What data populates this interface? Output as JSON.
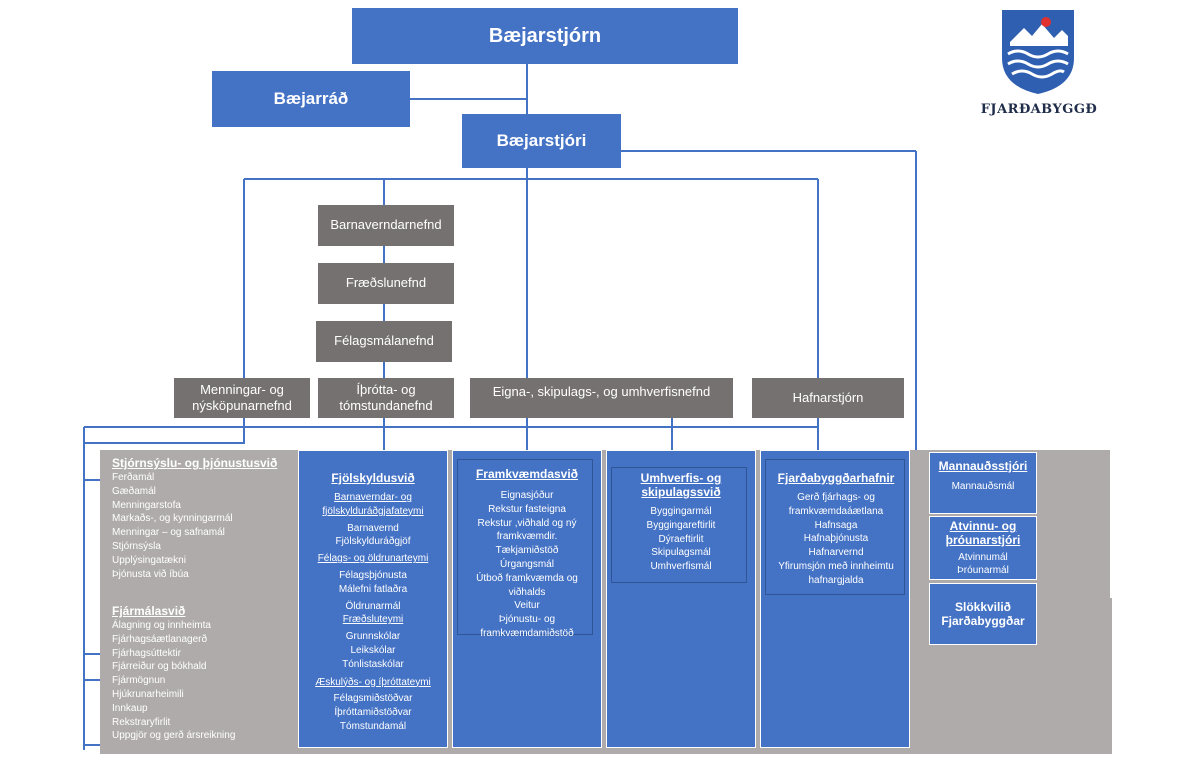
{
  "top": {
    "council": "Bæjarstjórn",
    "board": "Bæjarráð",
    "mayor": "Bæjarstjóri"
  },
  "committees": {
    "child_protection": "Barnaverndarnefnd",
    "education": "Fræðslunefnd",
    "social": "Félagsmálanefnd",
    "culture": "Menningar- og nýsköpunarnefnd",
    "sports": "Íþrótta- og tómstundanefnd",
    "property": "Eigna-, skipulags-, og umhverfisnefnd",
    "harbor": "Hafnarstjórn"
  },
  "admin": {
    "title": "Stjórnsýslu- og þjónustusvið",
    "items": [
      "Ferðamál",
      "Gæðamál",
      "Menningarstofa",
      "Markaðs-, og kynningarmál",
      "Menningar – og safnamál",
      "Stjórnsýsla",
      "Upplýsingatækni",
      "Þjónusta við íbúa"
    ]
  },
  "finance": {
    "title": "Fjármálasvið",
    "items": [
      "Álagning og innheimta",
      "Fjárhagsáætlanagerð",
      "Fjárhagsúttektir",
      "Fjárreiður og bókhald",
      "Fjármögnun",
      "Hjúkrunarheimili",
      "Innkaup",
      "Rekstraryfirlit",
      "Uppgjör og gerð ársreikning"
    ]
  },
  "family": {
    "title": "Fjölskyldusvið",
    "lines": [
      {
        "t": "Barnaverndar- og fjölskylduráðgjafateymi",
        "u": true
      },
      {
        "t": "Barnavernd",
        "u": false
      },
      {
        "t": "Fjölskylduráðgjöf",
        "u": false
      },
      {
        "t": "Félags- og öldrunarteymi",
        "u": true
      },
      {
        "t": "Félagsþjónusta",
        "u": false
      },
      {
        "t": "Málefni fatlaðra",
        "u": false
      },
      {
        "t": "Öldrunarmál",
        "u": false
      },
      {
        "t": "Fræðsluteymi",
        "u": true
      },
      {
        "t": "Grunnskólar",
        "u": false
      },
      {
        "t": "Leikskólar",
        "u": false
      },
      {
        "t": "Tónlistaskólar",
        "u": false
      },
      {
        "t": "Æskulýðs- og íþróttateymi",
        "u": true
      },
      {
        "t": "Félagsmiðstöðvar",
        "u": false
      },
      {
        "t": "Íþróttamiðstöðvar",
        "u": false
      },
      {
        "t": "Tómstundamál",
        "u": false
      }
    ]
  },
  "works": {
    "title": "Framkvæmdasvið",
    "items": [
      "Eignasjóður",
      "Rekstur fasteigna",
      "Rekstur ,viðhald og ný framkvæmdir.",
      "Tækjamiðstöð",
      "Úrgangsmál",
      "Útboð framkvæmda og viðhalds",
      "Veitur",
      "Þjónustu- og framkvæmdamiðstöð"
    ]
  },
  "environment": {
    "title": "Umhverfis- og skipulagssvið",
    "items": [
      "Byggingarmál",
      "Byggingareftirlit",
      "Dýraeftirlit",
      "Skipulagsmál",
      "Umhverfismál"
    ]
  },
  "harbors": {
    "title": "Fjarðabyggðarhafnir",
    "items": [
      "Gerð fjárhags- og framkvæmdaáætlana",
      "Hafnsaga",
      "Hafnaþjónusta",
      "Hafnarvernd",
      "Yfirumsjón með innheimtu hafnargjalda"
    ]
  },
  "hr": {
    "title": "Mannauðsstjóri",
    "items": [
      "Mannauðsmál"
    ]
  },
  "development": {
    "title": "Atvinnu- og þróunarstjóri",
    "items": [
      "Atvinnumál",
      "Þróunarmál"
    ]
  },
  "fire": {
    "title": "Slökkvilið Fjarðabyggðar"
  },
  "logo": {
    "name": "FJARÐABYGGÐ"
  },
  "colors": {
    "blue": "#4472c4",
    "committee_grey": "#767171",
    "band_grey": "#afabab",
    "line": "#4472c4"
  }
}
